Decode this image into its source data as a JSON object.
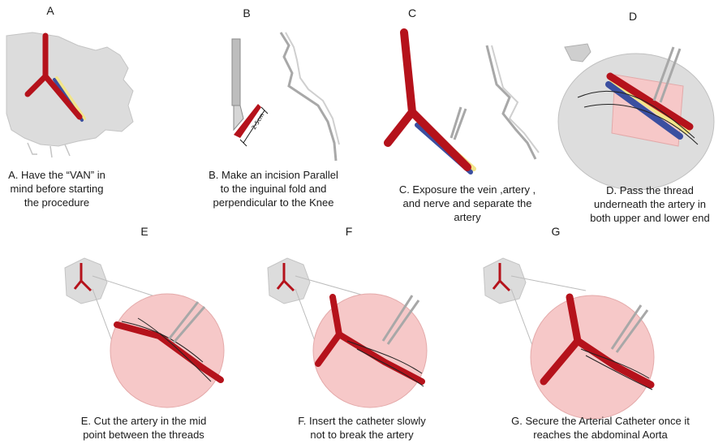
{
  "colors": {
    "artery": "#b5121b",
    "vein": "#3b4fa0",
    "nerve": "#f2e58a",
    "skin_pink": "#f6c8c8",
    "body_gray": "#dcdcdc",
    "tool_gray": "#a8a8a8"
  },
  "panels": [
    {
      "letter": "A",
      "caption": "A. Have the “VAN” in\nmind before starting\nthe procedure"
    },
    {
      "letter": "B",
      "caption": "B. Make an incision Parallel\nto the inguinal fold and\nperpendicular to the Knee",
      "measure_label": "2-5cm"
    },
    {
      "letter": "C",
      "caption": "C. Exposure the vein ,artery ,\nand nerve and separate the\nartery"
    },
    {
      "letter": "D",
      "caption": "D. Pass the thread\nunderneath the artery in\nboth upper and lower end"
    },
    {
      "letter": "E",
      "caption": "E. Cut the artery in the mid\npoint between the threads"
    },
    {
      "letter": "F",
      "caption": "F. Insert the catheter slowly\nnot to break the artery"
    },
    {
      "letter": "G",
      "caption": "G. Secure the Arterial Catheter once it\nreaches the abdominal Aorta"
    }
  ]
}
